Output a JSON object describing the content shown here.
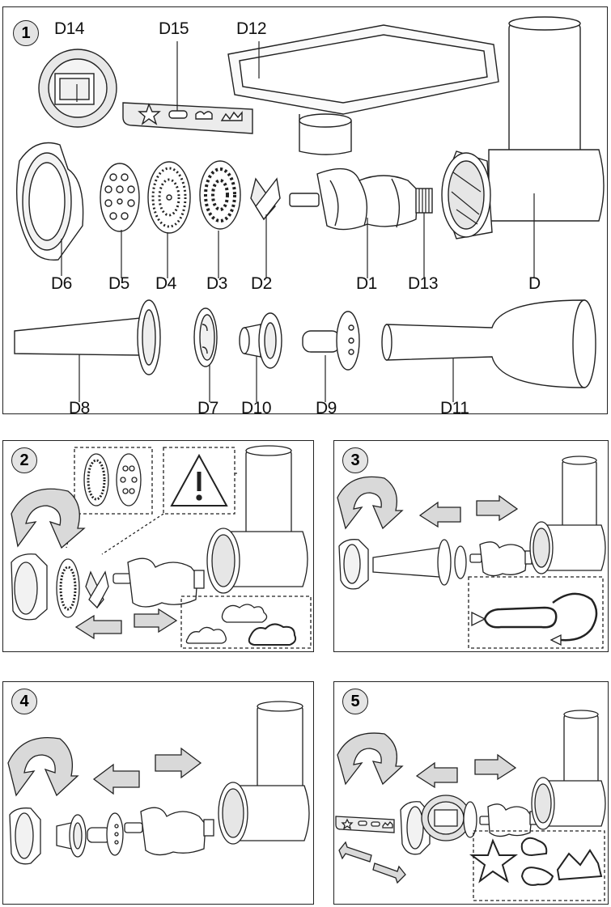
{
  "panels": [
    {
      "number": "1"
    },
    {
      "number": "2"
    },
    {
      "number": "3"
    },
    {
      "number": "4"
    },
    {
      "number": "5"
    }
  ],
  "parts": {
    "D14": "D14",
    "D15": "D15",
    "D12": "D12",
    "D6": "D6",
    "D5": "D5",
    "D4": "D4",
    "D3": "D3",
    "D2": "D2",
    "D1": "D1",
    "D13": "D13",
    "D": "D",
    "D8": "D8",
    "D7": "D7",
    "D10": "D10",
    "D9": "D9",
    "D11": "D11"
  },
  "colors": {
    "line": "#222222",
    "arrow_fill": "#d9d9d9",
    "part_fill": "#ffffff",
    "badge_fill": "#e4e4e4"
  },
  "icons": [
    "warning-icon",
    "rotate-arrow-icon",
    "left-arrow-icon",
    "right-arrow-icon"
  ]
}
